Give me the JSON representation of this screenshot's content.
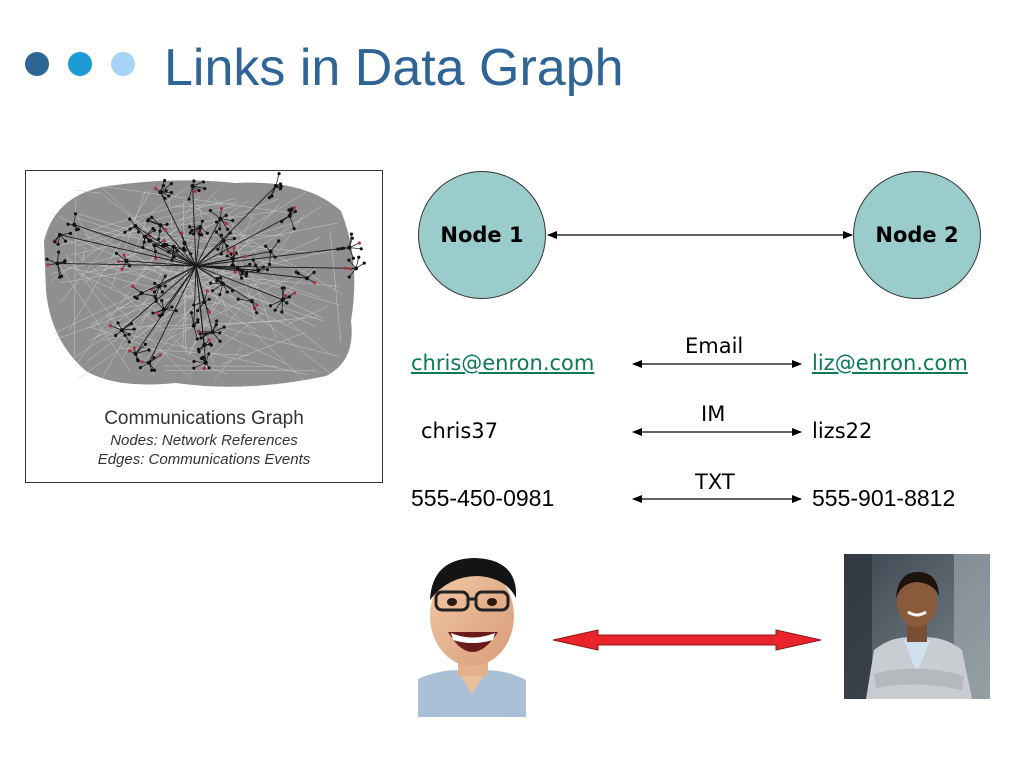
{
  "slide": {
    "title": "Links in Data Graph",
    "bullet_colors": [
      "#2E6496",
      "#1C9AD6",
      "#A9D3F5"
    ]
  },
  "comm_graph": {
    "title": "Communications Graph",
    "line1": "Nodes: Network References",
    "line2": "Edges: Communications Events"
  },
  "nodes": {
    "node1": "Node 1",
    "node2": "Node 2",
    "fill": "#9ACCCC"
  },
  "links": [
    {
      "channel": "Email",
      "left": "chris@enron.com",
      "right": "liz@enron.com",
      "left_link": true,
      "right_link": true
    },
    {
      "channel": "IM",
      "left": "chris37",
      "right": "lizs22"
    },
    {
      "channel": "TXT",
      "left": "555-450-0981",
      "right": "555-901-8812"
    }
  ],
  "people": {
    "left_photo": "man-photo",
    "right_photo": "woman-photo",
    "arrow_color": "#E8232A"
  }
}
